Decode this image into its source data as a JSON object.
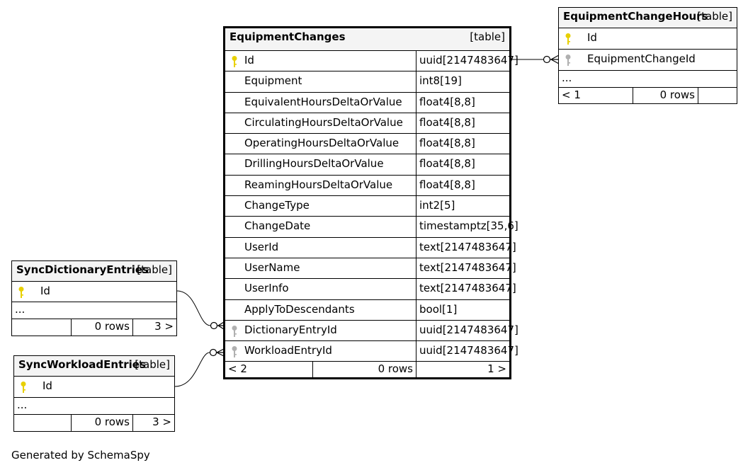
{
  "main_table": {
    "name": "EquipmentChanges",
    "type": "[table]",
    "columns": [
      {
        "name": "Id",
        "type": "uuid[2147483647]",
        "key": "primary"
      },
      {
        "name": "Equipment",
        "type": "int8[19]",
        "key": ""
      },
      {
        "name": "EquivalentHoursDeltaOrValue",
        "type": "float4[8,8]",
        "key": ""
      },
      {
        "name": "CirculatingHoursDeltaOrValue",
        "type": "float4[8,8]",
        "key": ""
      },
      {
        "name": "OperatingHoursDeltaOrValue",
        "type": "float4[8,8]",
        "key": ""
      },
      {
        "name": "DrillingHoursDeltaOrValue",
        "type": "float4[8,8]",
        "key": ""
      },
      {
        "name": "ReamingHoursDeltaOrValue",
        "type": "float4[8,8]",
        "key": ""
      },
      {
        "name": "ChangeType",
        "type": "int2[5]",
        "key": ""
      },
      {
        "name": "ChangeDate",
        "type": "timestamptz[35,6]",
        "key": ""
      },
      {
        "name": "UserId",
        "type": "text[2147483647]",
        "key": ""
      },
      {
        "name": "UserName",
        "type": "text[2147483647]",
        "key": ""
      },
      {
        "name": "UserInfo",
        "type": "text[2147483647]",
        "key": ""
      },
      {
        "name": "ApplyToDescendants",
        "type": "bool[1]",
        "key": ""
      },
      {
        "name": "DictionaryEntryId",
        "type": "uuid[2147483647]",
        "key": "foreign"
      },
      {
        "name": "WorkloadEntryId",
        "type": "uuid[2147483647]",
        "key": "foreign"
      }
    ],
    "footer": {
      "parents": "< 2",
      "rows": "0 rows",
      "children": "1 >"
    }
  },
  "equipment_change_hours": {
    "name": "EquipmentChangeHours",
    "type": "[table]",
    "columns": [
      {
        "name": "Id",
        "key": "primary"
      },
      {
        "name": "EquipmentChangeId",
        "key": "foreign"
      }
    ],
    "ellipsis": "...",
    "footer": {
      "parents": "< 1",
      "rows": "0 rows",
      "children": ""
    }
  },
  "sync_dictionary_entries": {
    "name": "SyncDictionaryEntries",
    "type": "[table]",
    "columns": [
      {
        "name": "Id",
        "key": "primary"
      }
    ],
    "ellipsis": "...",
    "footer": {
      "parents": "",
      "rows": "0 rows",
      "children": "3 >"
    }
  },
  "sync_workload_entries": {
    "name": "SyncWorkloadEntries",
    "type": "[table]",
    "columns": [
      {
        "name": "Id",
        "key": "primary"
      }
    ],
    "ellipsis": "...",
    "footer": {
      "parents": "",
      "rows": "0 rows",
      "children": "3 >"
    }
  },
  "colors": {
    "primary_key": "#e8d000",
    "foreign_key": "#b0b0b0",
    "header_bg": "#f4f4f4"
  },
  "icons": {
    "primary_key": "key-icon",
    "foreign_key": "key-icon"
  },
  "generated_by": "Generated by SchemaSpy"
}
